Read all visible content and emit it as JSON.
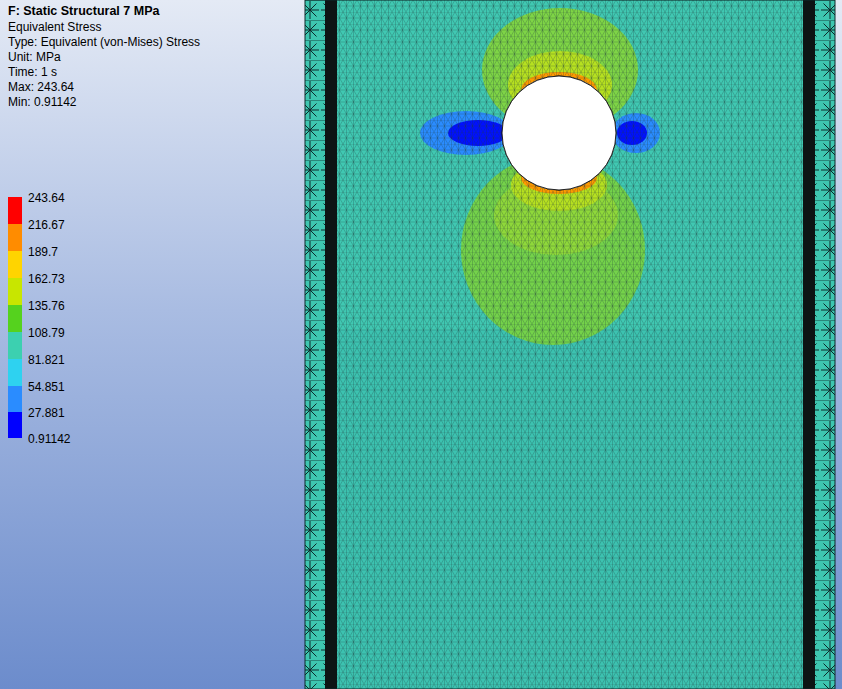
{
  "diagram": {
    "title": "F: Static Structural 7 MPa",
    "labels": [
      "Equivalent Stress",
      "Type: Equivalent (von-Mises) Stress",
      "Unit: MPa",
      "Time: 1 s",
      "Max: 243.64",
      "Min: 0.91142",
      "243.64",
      "216.67",
      "189.7",
      "162.73",
      "135.76",
      "108.79",
      "81.821",
      "54.851",
      "27.881",
      "0.91142"
    ]
  }
}
